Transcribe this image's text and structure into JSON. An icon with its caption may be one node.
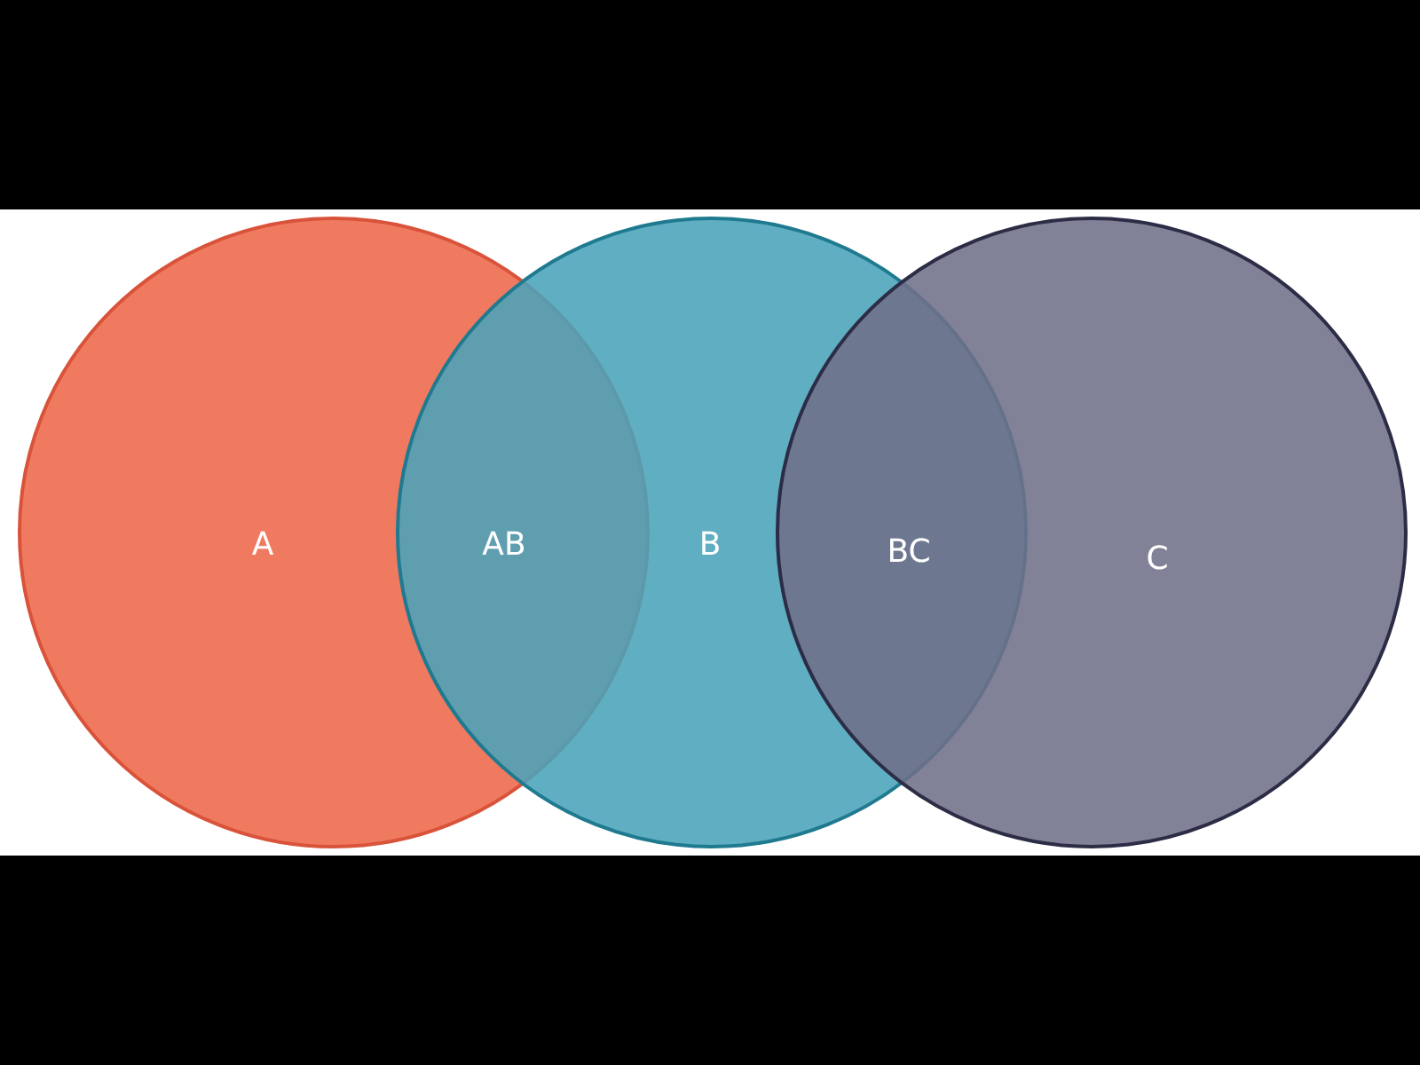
{
  "diagram": {
    "nodes": [
      {
        "text": [
          "A"
        ]
      },
      {
        "text": [
          "B"
        ]
      },
      {
        "text": [
          "C"
        ]
      }
    ],
    "labels": [
      "AB",
      "BC"
    ]
  }
}
